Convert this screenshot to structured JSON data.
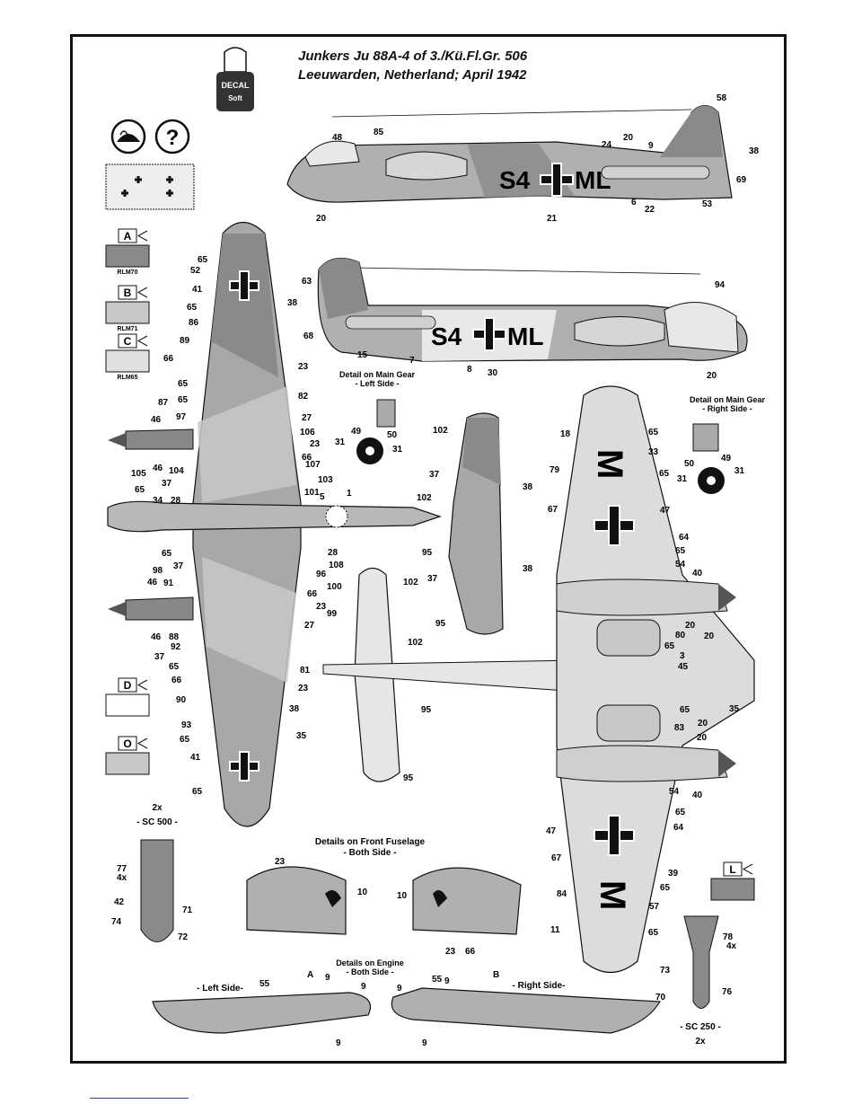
{
  "title_line1": "Junkers Ju 88A-4 of 3./Kü.Fl.Gr. 506",
  "title_line2": "Leeuwarden, Netherland; April 1942",
  "decal_jar": {
    "word1": "DECAL",
    "word2": "Soft"
  },
  "help_symbol": "?",
  "swatches": [
    {
      "letter": "A",
      "name": "RLM70",
      "color": "#8a8a8a"
    },
    {
      "letter": "B",
      "name": "RLM71",
      "color": "#c8c8c8"
    },
    {
      "letter": "C",
      "name": "RLM65",
      "color": "#e0e0e0"
    },
    {
      "letter": "D",
      "name": "",
      "color": "#ffffff"
    },
    {
      "letter": "O",
      "name": "",
      "color": "#c8c8c8"
    },
    {
      "letter": "L",
      "name": "",
      "color": "#8a8a8a"
    }
  ],
  "fuselage_code": {
    "left": "S4",
    "right": "ML"
  },
  "detail_left_gear": {
    "line1": "Detail on Main Gear",
    "line2": "- Left Side -"
  },
  "detail_right_gear": {
    "line1": "Detail on Main Gear",
    "line2": "- Right Side -"
  },
  "detail_front": {
    "line1": "Details on Front Fuselage",
    "line2": "- Both Side -"
  },
  "detail_engine": {
    "line1": "Details on Engine",
    "line2": "- Both Side -"
  },
  "engine_left": "- Left Side-",
  "engine_right": "- Right Side-",
  "bomb_sc500": {
    "qty": "2x",
    "name": "- SC 500 -"
  },
  "bomb_sc250": {
    "qty": "2x",
    "name": "- SC 250 -"
  },
  "callouts_top_side": [
    "85",
    "48",
    "24",
    "20",
    "9",
    "58",
    "38",
    "69",
    "53",
    "22",
    "6",
    "21",
    "20"
  ],
  "callouts_lower_side": [
    "63",
    "38",
    "68",
    "15",
    "7",
    "8",
    "30",
    "94",
    "20"
  ],
  "callouts_top_wing": [
    "65",
    "52",
    "41",
    "65",
    "86",
    "89",
    "66",
    "65",
    "87",
    "97",
    "46",
    "105",
    "46",
    "104",
    "37",
    "65",
    "34",
    "28",
    "23",
    "82",
    "27",
    "106",
    "23",
    "66",
    "107",
    "103",
    "101",
    "5",
    "1",
    "28",
    "108",
    "96",
    "66",
    "100",
    "23",
    "99",
    "27",
    "65",
    "37",
    "98",
    "91",
    "46",
    "46",
    "88",
    "92",
    "37",
    "65",
    "66",
    "90",
    "93",
    "65",
    "41",
    "65",
    "81",
    "23",
    "38",
    "35",
    "65",
    "38",
    "37"
  ],
  "callouts_tail": [
    "102",
    "37",
    "38",
    "102",
    "95",
    "37",
    "38",
    "95",
    "102",
    "102",
    "95",
    "95"
  ],
  "callouts_bottom_wing": [
    "18",
    "65",
    "33",
    "79",
    "65",
    "67",
    "47",
    "64",
    "65",
    "54",
    "40",
    "20",
    "80",
    "20",
    "65",
    "3",
    "45",
    "35",
    "65",
    "20",
    "83",
    "20",
    "54",
    "40",
    "65",
    "47",
    "64",
    "67",
    "39",
    "84",
    "65",
    "57",
    "11",
    "65"
  ],
  "callouts_gear": [
    "49",
    "50",
    "31",
    "31",
    "50",
    "49",
    "31",
    "31"
  ],
  "callouts_front": [
    "23",
    "10",
    "10",
    "23",
    "66"
  ],
  "callouts_engine": [
    "55",
    "A",
    "9",
    "9",
    "9",
    "9",
    "9",
    "B",
    "55",
    "9"
  ],
  "callouts_bombs": [
    "77",
    "4x",
    "42",
    "71",
    "74",
    "72",
    "78",
    "4x",
    "73",
    "76",
    "70"
  ]
}
